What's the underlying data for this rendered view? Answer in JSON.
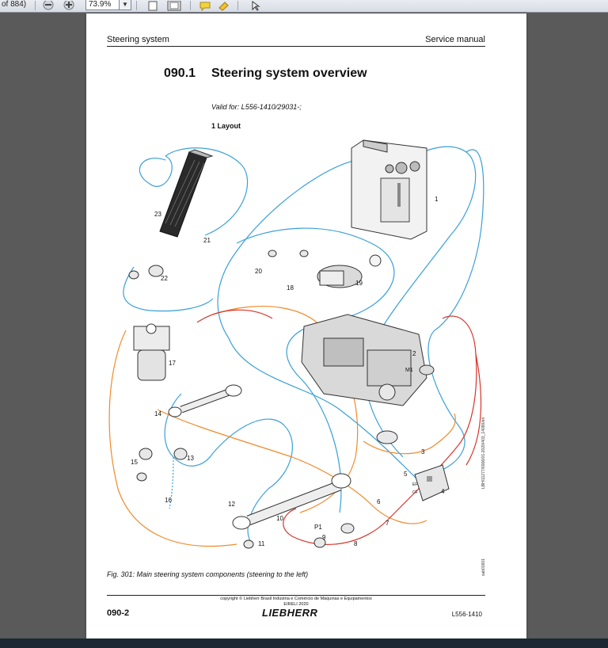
{
  "toolbar": {
    "page_count": "of 884)",
    "zoom_value": "73.9%"
  },
  "document": {
    "header_left": "Steering system",
    "header_right": "Service manual",
    "section_number": "090.1",
    "section_title": "Steering system overview",
    "valid_for": "Valid for: L556-1410/29031-;",
    "layout_heading": "1 Layout",
    "figure_caption": "Fig. 301: Main steering system components (steering to the left)",
    "copyright_line1": "copyright © Liebherr Brasil Indústria e Comércio de Máquinas e Equipamentos",
    "copyright_line2": "EIRELI 2020",
    "page_number": "090-2",
    "brand": "LIEBHERR",
    "model": "L556-1410",
    "side_code": "LBH/11277/6906/01-2020/403_14090/en",
    "side_code2": "sab01601"
  },
  "diagram_labels": {
    "c1": "1",
    "c2": "2",
    "c3": "3",
    "c4": "4",
    "c5": "5",
    "c6": "6",
    "c7": "7",
    "c8": "8",
    "c9": "9",
    "c10": "10",
    "c11": "11",
    "c12": "12",
    "c13": "13",
    "c14": "14",
    "c15": "15",
    "c16": "16",
    "c17": "17",
    "c18": "18",
    "c19": "19",
    "c20": "20",
    "c21": "21",
    "c22": "22",
    "c23": "23",
    "p1": "P1",
    "m1": "M1",
    "ef": "EF",
    "cf": "CF"
  },
  "colors": {
    "blue_line": "#3aa0d8",
    "orange_line": "#f08a2a",
    "red_line": "#d8342a",
    "background": "#5a5a5a",
    "taskbar": "#1d2733"
  }
}
